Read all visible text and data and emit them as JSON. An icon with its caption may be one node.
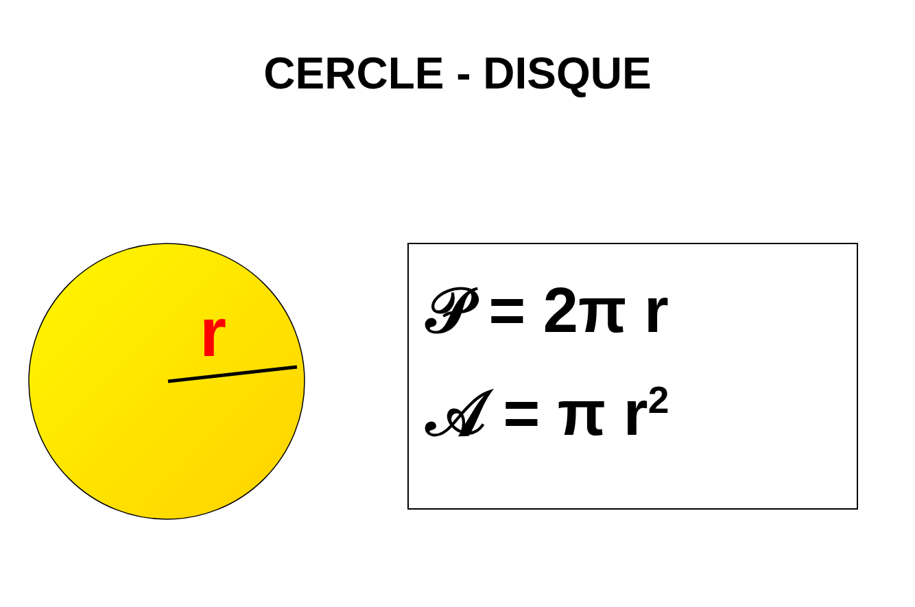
{
  "diagram": {
    "title": "CERCLE - DISQUE",
    "nodes": [
      {
        "text": [
          "r"
        ]
      },
      {
        "text": [
          "𝒫 = 2π r",
          "𝒜 = π r$^{2}$"
        ]
      }
    ]
  }
}
